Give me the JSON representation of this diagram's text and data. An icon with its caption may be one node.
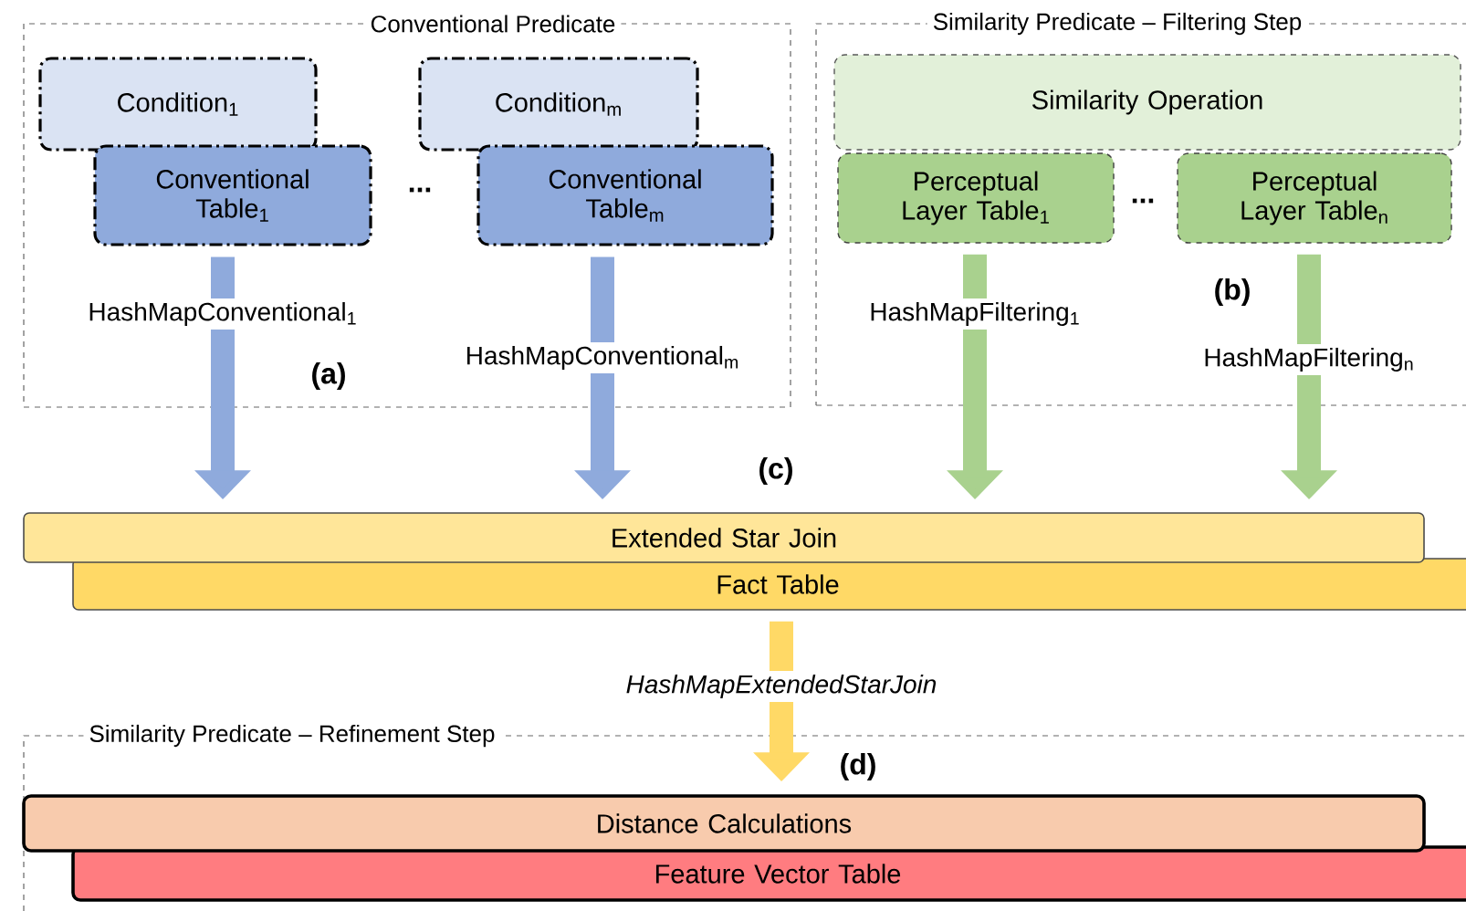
{
  "diagram": {
    "nodes": [
      {
        "text": [
          "Conventional Predicate"
        ]
      },
      {
        "text": [
          "Condition$_{1}$"
        ],
        "in": 0
      },
      {
        "text": [
          "Conventional Table$_{1}$"
        ],
        "in": 0
      },
      {
        "text": [
          "Condition$_{m}$"
        ],
        "in": 0
      },
      {
        "text": [
          "Conventional Table$_{m}$"
        ],
        "in": 0
      },
      {
        "text": [
          "Similarity Predicate – Filtering Step"
        ]
      },
      {
        "text": [
          "Similarity Operation"
        ],
        "in": 5
      },
      {
        "text": [
          "Perceptual Layer Table$_{1}$"
        ],
        "in": 5
      },
      {
        "text": [
          "Perceptual Layer Table$_{n}$"
        ],
        "in": 5
      },
      {
        "text": [
          "Extended Star Join"
        ]
      },
      {
        "text": [
          "Fact Table"
        ]
      },
      {
        "text": [
          "Similarity Predicate – Refinement Step"
        ]
      },
      {
        "text": [
          "Distance Calculations"
        ],
        "in": 11
      },
      {
        "text": [
          "Feature Vector Table"
        ],
        "in": 11
      }
    ],
    "edges": [
      {
        "from": 2,
        "to": 9,
        "arrow": "to",
        "label": "HashMapConventional$_{1}$",
        "color": "#8faadc"
      },
      {
        "from": 4,
        "to": 9,
        "arrow": "to",
        "label": "HashMapConventional$_{m}$",
        "color": "#8faadc"
      },
      {
        "from": 7,
        "to": 9,
        "arrow": "to",
        "label": "HashMapFiltering$_{1}$",
        "color": "#a9d18e"
      },
      {
        "from": 8,
        "to": 9,
        "arrow": "to",
        "label": "HashMapFiltering$_{n}$",
        "color": "#a9d18e"
      },
      {
        "from": 10,
        "to": 12,
        "arrow": "to",
        "label": "HashMapExtendedStarJoin",
        "color": "#ffd966"
      }
    ],
    "labels": [
      "...",
      "...",
      "(b)",
      "(a)",
      "(c)",
      "(d)"
    ]
  }
}
